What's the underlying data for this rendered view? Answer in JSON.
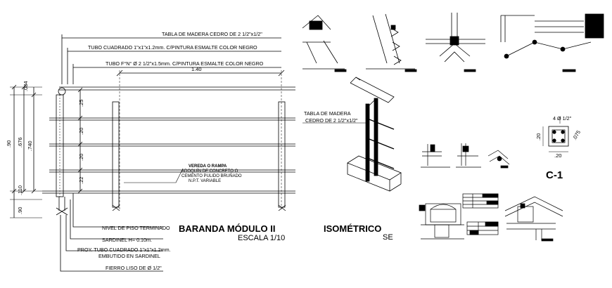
{
  "elevation": {
    "title": "BARANDA MÓDULO II",
    "scale": "ESCALA 1/10",
    "dims": {
      "span": "1.40",
      "post_top": ".084",
      "total_h": ".90",
      "h_676": ".676",
      "h_740": ".740",
      "h_110": ".110",
      "base_90": ".90",
      "sp1": ".25",
      "sp2": ".20",
      "sp3": ".20",
      "sp4": ".22"
    },
    "labels": {
      "top_handrail": "TABLA DE MADERA CEDRO DE 2 1/2\"x1/2\"",
      "square_tube": "TUBO CUADRADO 1\"x1\"x1.2mm. C/PINTURA ESMALTE COLOR NEGRO",
      "round_tube": "TUBO F°N° Ø 2 1/2\"x1.5mm. C/PINTURA ESMALTE COLOR NEGRO",
      "floor_level": "NIVEL DE PISO TERMINADO",
      "curb": "SARDINEL H= 0.10m.",
      "embedded_tube_1": "PROY. TUBO CUADRADO 1\"x1\"x1.2mm.",
      "embedded_tube_2": "EMBUTIDO EN SARDINEL",
      "bar": "FIERRO LISO DE Ø 1/2\"",
      "edge_note_title": "VEREDA O RAMPA",
      "edge_note_1": "ADOQUÍN DE CONCRETO O",
      "edge_note_2": "CEMENTO PULIDO BRUÑADO",
      "edge_note_3": "N.P.T. VARIABLE"
    }
  },
  "isometric": {
    "title": "ISOMÉTRICO",
    "subtitle": "SE",
    "wood_label_1": "TABLA DE MADERA",
    "wood_label_2": "CEDRO DE 2 1/2\"x1/2\""
  },
  "section": {
    "name": "C-1",
    "bars": "4 Ø 1/2\"",
    "dim_side": ".20",
    "dim_bottom": ".20",
    "dim_diag": ".075"
  }
}
